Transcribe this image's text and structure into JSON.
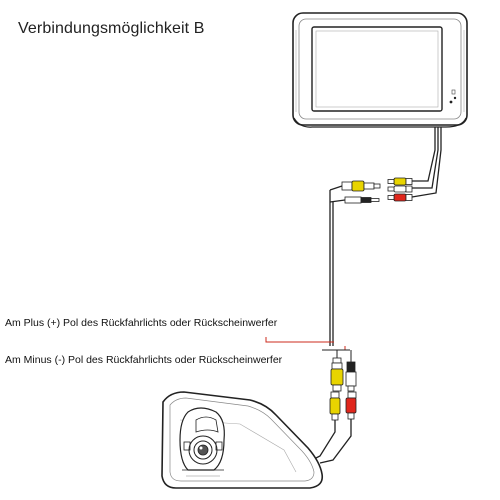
{
  "title": "Verbindungsmöglichkeit B",
  "labels": {
    "plus": "Am Plus (+) Pol des Rückfahrlichts oder Rückscheinwerfer",
    "minus": "Am Minus (-) Pol des Rückfahrlichts oder Rückscheinwerfer"
  },
  "components": {
    "monitor": "monitor",
    "camera": "rear camera housing",
    "connectors": [
      "yellow RCA video plug",
      "red power plug",
      "black plug"
    ]
  },
  "colors": {
    "video": "#e8d400",
    "power": "#e0261c",
    "wire_plus": "#cc2b1d",
    "outline": "#222222",
    "line_light": "#888888"
  }
}
